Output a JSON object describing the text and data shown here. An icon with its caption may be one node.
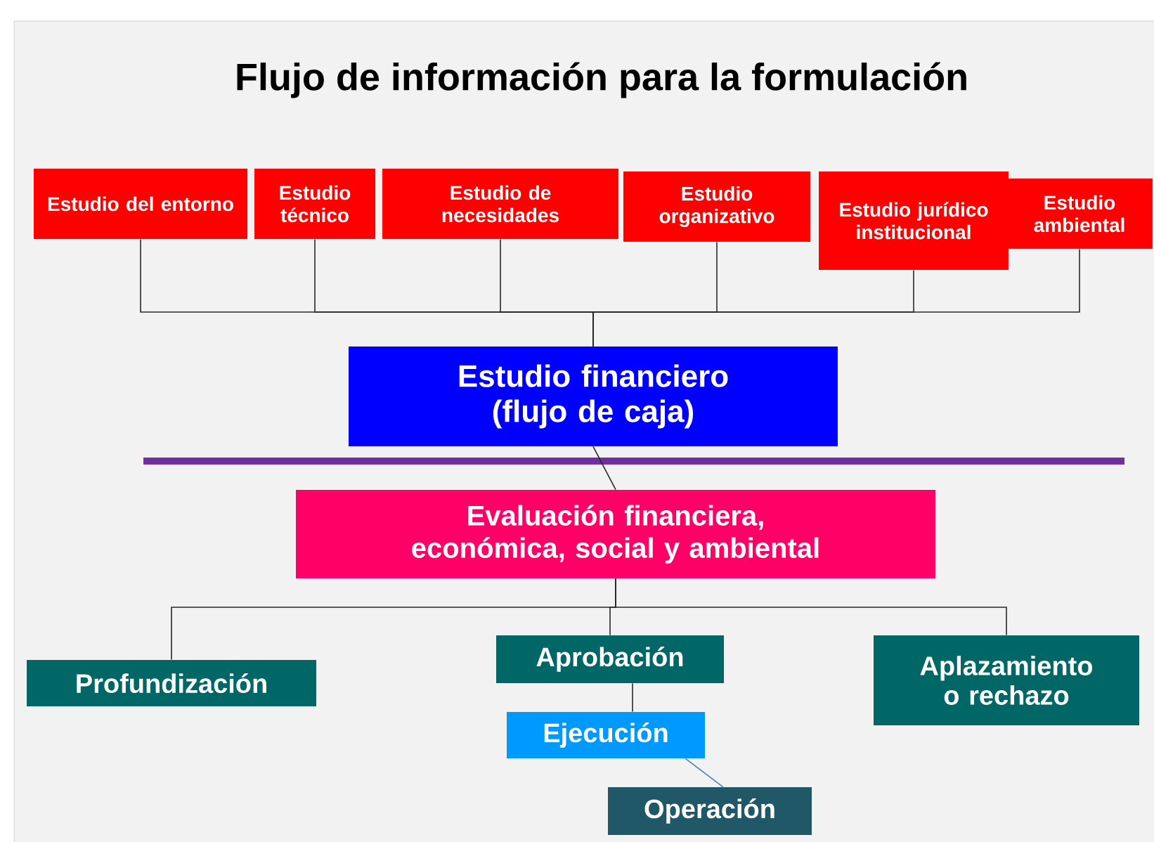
{
  "diagram": {
    "title": "Flujo de  información para la formulación",
    "nodes": [
      {
        "text": [
          "Estudio del entorno"
        ]
      },
      {
        "text": [
          "Estudio técnico"
        ]
      },
      {
        "text": [
          "Estudio de necesidades"
        ]
      },
      {
        "text": [
          "Estudio organizativo"
        ]
      },
      {
        "text": [
          "Estudio jurídico institucional"
        ]
      },
      {
        "text": [
          "Estudio ambiental"
        ]
      },
      {
        "text": [
          "Estudio financiero (flujo de caja)"
        ]
      },
      {
        "text": [
          "Evaluación financiera, económica, social y ambiental"
        ]
      },
      {
        "text": [
          "Profundización"
        ]
      },
      {
        "text": [
          "Aprobación"
        ]
      },
      {
        "text": [
          "Aplazamiento o rechazo"
        ]
      },
      {
        "text": [
          "Ejecución"
        ]
      },
      {
        "text": [
          "Operación"
        ]
      }
    ],
    "edges": [
      {
        "from": 0,
        "to": 6,
        "arrow": "none"
      },
      {
        "from": 1,
        "to": 6,
        "arrow": "none"
      },
      {
        "from": 2,
        "to": 6,
        "arrow": "none"
      },
      {
        "from": 3,
        "to": 6,
        "arrow": "none"
      },
      {
        "from": 4,
        "to": 6,
        "arrow": "none"
      },
      {
        "from": 5,
        "to": 6,
        "arrow": "none"
      },
      {
        "from": 6,
        "to": 7,
        "arrow": "none"
      },
      {
        "from": 7,
        "to": 8,
        "arrow": "none"
      },
      {
        "from": 7,
        "to": 9,
        "arrow": "none"
      },
      {
        "from": 7,
        "to": 10,
        "arrow": "none"
      },
      {
        "from": 9,
        "to": 11,
        "arrow": "none"
      },
      {
        "from": 11,
        "to": 12,
        "arrow": "none",
        "color": "#4a7fc1"
      }
    ]
  }
}
